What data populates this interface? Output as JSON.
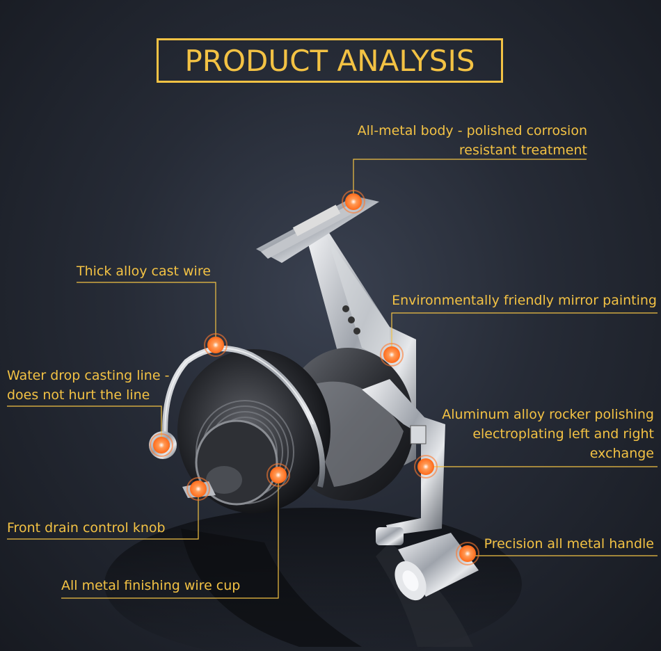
{
  "title": "PRODUCT ANALYSIS",
  "accent_color": "#f3c244",
  "marker_color": "#ff7a2e",
  "callouts": {
    "body": {
      "line1": "All-metal body - polished corrosion",
      "line2": "resistant treatment"
    },
    "wire": {
      "line1": "Thick alloy cast wire"
    },
    "mirror": {
      "line1": "Environmentally friendly mirror painting"
    },
    "waterdrop": {
      "line1": "Water drop casting line -",
      "line2": "does not hurt the line"
    },
    "rocker": {
      "line1": "Aluminum alloy rocker polishing",
      "line2": "electroplating left and right",
      "line3": "exchange"
    },
    "knob": {
      "line1": "Front drain control knob"
    },
    "handle": {
      "line1": "Precision all metal handle"
    },
    "cup": {
      "line1": "All metal finishing wire cup"
    }
  }
}
